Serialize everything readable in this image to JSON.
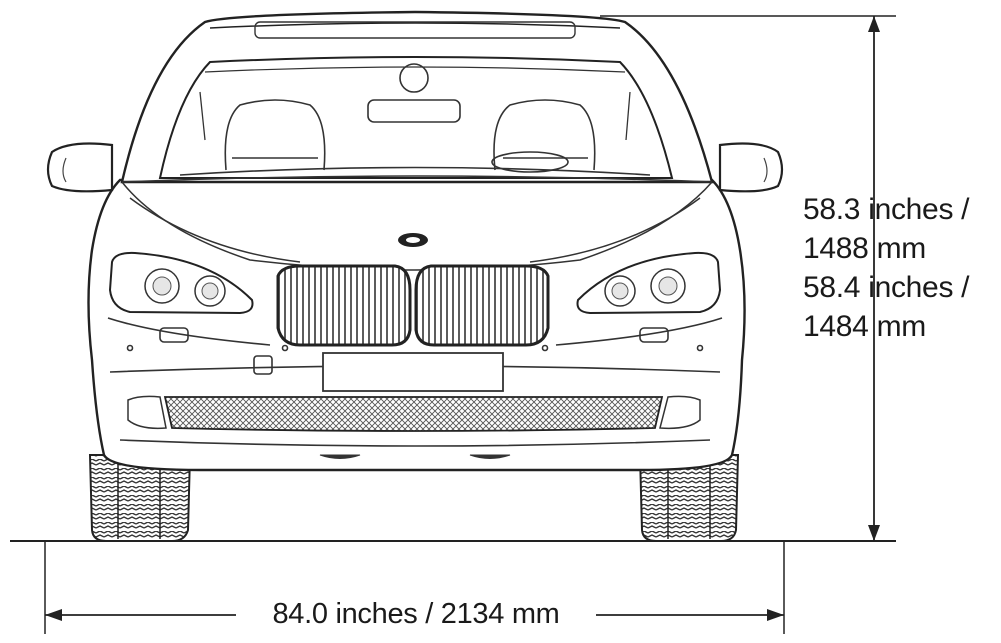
{
  "dimensions": {
    "height": {
      "line1": "58.3 inches /",
      "line2": "1488 mm",
      "line3": "58.4 inches /",
      "line4": "1484 mm"
    },
    "width": {
      "label": "84.0 inches / 2134 mm"
    }
  },
  "emblem": {
    "icon": "bmw-roundel-icon"
  }
}
